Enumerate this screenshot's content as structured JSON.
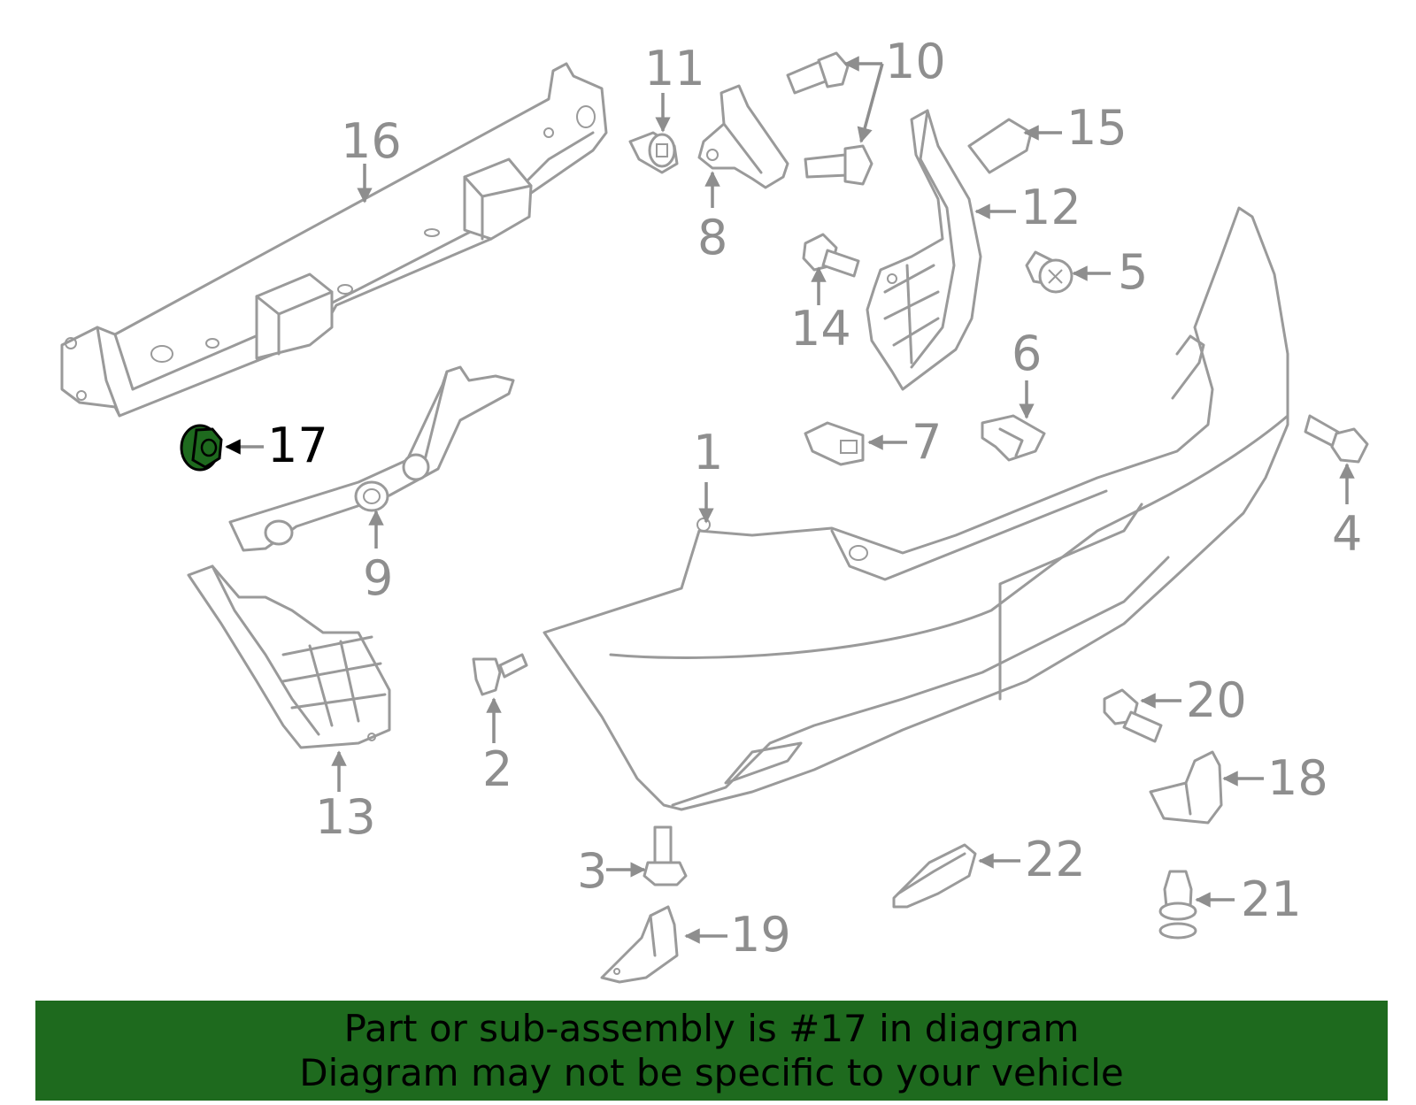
{
  "callouts": {
    "c1": "1",
    "c2": "2",
    "c3": "3",
    "c4": "4",
    "c5": "5",
    "c6": "6",
    "c7": "7",
    "c8": "8",
    "c9": "9",
    "c10": "10",
    "c11": "11",
    "c12": "12",
    "c13": "13",
    "c14": "14",
    "c15": "15",
    "c16": "16",
    "c17": "17",
    "c18": "18",
    "c19": "19",
    "c20": "20",
    "c21": "21",
    "c22": "22"
  },
  "highlighted_part": "17",
  "colors": {
    "highlight": "#1e6a1e",
    "line": "#9a9a9a",
    "callout_text": "#8e8e8e",
    "banner_bg": "#1e6a1e"
  },
  "banner": {
    "line1": "Part or sub-assembly is #17 in diagram",
    "line2": "Diagram may not be specific to your vehicle"
  }
}
